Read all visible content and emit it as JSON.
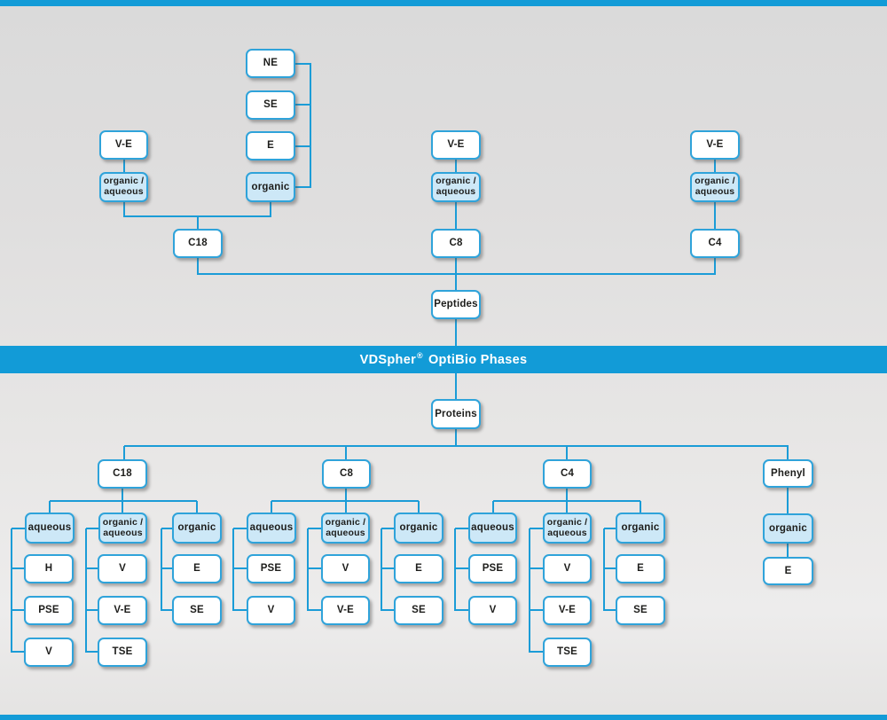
{
  "colors": {
    "accent_blue": "#129bd7",
    "line_blue": "#1b9cd7",
    "box_border": "#2fa3da",
    "light_blue_fill": "#cde8f7",
    "box_fill": "#ffffff",
    "text": "#1d1d1b",
    "banner_text": "#ffffff"
  },
  "banner": {
    "brand": "VDSpher",
    "reg": "®",
    "rest": "OptiBio Phases"
  },
  "peptides": {
    "root": "Peptides",
    "c18": {
      "base": "C18",
      "ve": "V-E",
      "orgaq": "organic /\naqueous",
      "extra": [
        "NE",
        "SE",
        "E",
        "organic"
      ]
    },
    "c8": {
      "base": "C8",
      "ve": "V-E",
      "orgaq": "organic /\naqueous"
    },
    "c4": {
      "base": "C4",
      "ve": "V-E",
      "orgaq": "organic /\naqueous"
    }
  },
  "proteins": {
    "root": "Proteins",
    "c18": {
      "base": "C18",
      "groups": [
        {
          "mode": "aqueous",
          "children": [
            "H",
            "PSE",
            "V"
          ]
        },
        {
          "mode": "organic /\naqueous",
          "children": [
            "V",
            "V-E",
            "TSE"
          ]
        },
        {
          "mode": "organic",
          "children": [
            "E",
            "SE"
          ]
        }
      ]
    },
    "c8": {
      "base": "C8",
      "groups": [
        {
          "mode": "aqueous",
          "children": [
            "PSE",
            "V"
          ]
        },
        {
          "mode": "organic /\naqueous",
          "children": [
            "V",
            "V-E"
          ]
        },
        {
          "mode": "organic",
          "children": [
            "E",
            "SE"
          ]
        }
      ]
    },
    "c4": {
      "base": "C4",
      "groups": [
        {
          "mode": "aqueous",
          "children": [
            "PSE",
            "V"
          ]
        },
        {
          "mode": "organic /\naqueous",
          "children": [
            "V",
            "V-E",
            "TSE"
          ]
        },
        {
          "mode": "organic",
          "children": [
            "E",
            "SE"
          ]
        }
      ]
    },
    "phenyl": {
      "base": "Phenyl",
      "groups": [
        {
          "mode": "organic",
          "children": [
            "E"
          ]
        }
      ]
    }
  }
}
